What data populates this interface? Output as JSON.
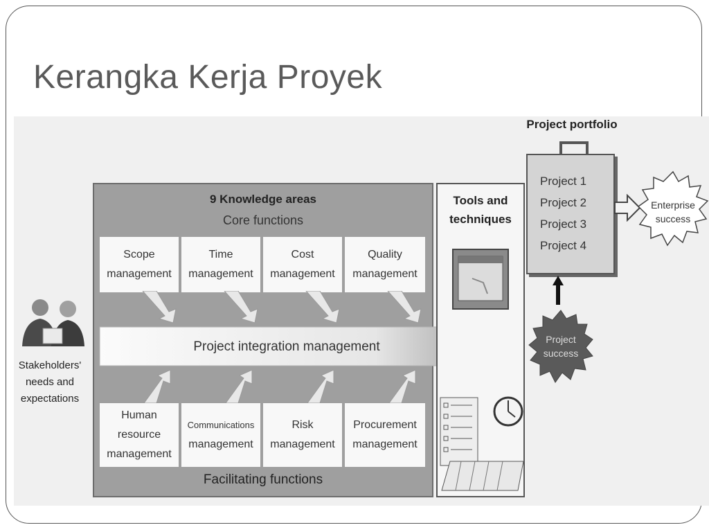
{
  "slide": {
    "title": "Kerangka Kerja Proyek"
  },
  "diagram": {
    "knowledge_areas": {
      "title": "9 Knowledge areas",
      "subtitle": "Core functions",
      "core": [
        {
          "line1": "Scope",
          "line2": "management"
        },
        {
          "line1": "Time",
          "line2": "management"
        },
        {
          "line1": "Cost",
          "line2": "management"
        },
        {
          "line1": "Quality",
          "line2": "management"
        }
      ],
      "integration": "Project integration management",
      "facilitating": [
        {
          "line1": "Human",
          "line2": "resource",
          "line3": "management"
        },
        {
          "line1": "Communications",
          "line2": "management"
        },
        {
          "line1": "Risk",
          "line2": "management"
        },
        {
          "line1": "Procurement",
          "line2": "management"
        }
      ],
      "footer": "Facilitating functions"
    },
    "tools": {
      "line1": "Tools and",
      "line2": "techniques"
    },
    "portfolio": {
      "label": "Project portfolio",
      "projects": [
        "Project 1",
        "Project 2",
        "Project 3",
        "Project 4"
      ]
    },
    "enterprise": {
      "line1": "Enterprise",
      "line2": "success"
    },
    "project_success": {
      "line1": "Project",
      "line2": "success"
    },
    "stakeholders": {
      "line1": "Stakeholders'",
      "line2": "needs and",
      "line3": "expectations"
    }
  }
}
